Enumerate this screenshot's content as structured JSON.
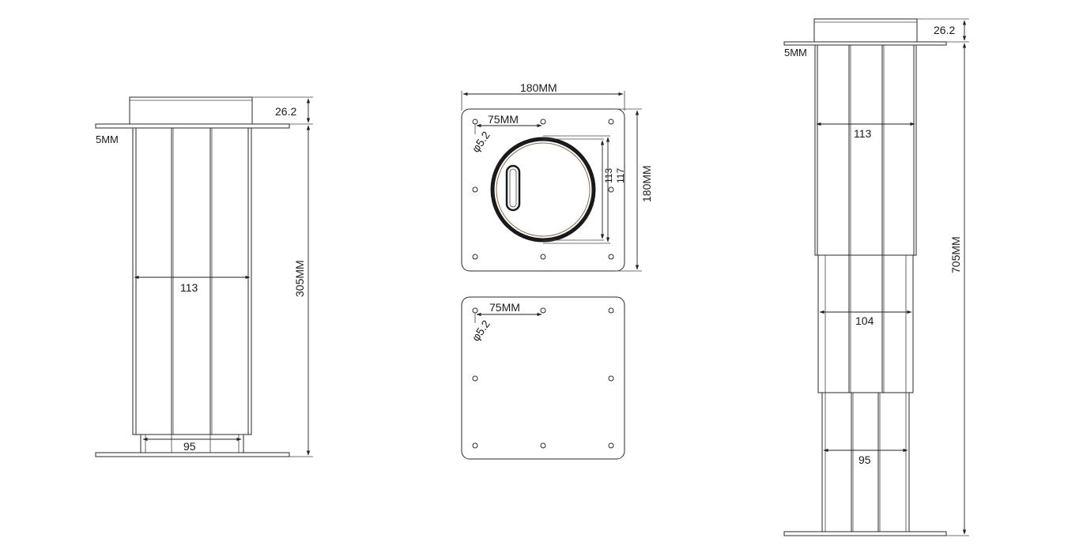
{
  "colors": {
    "line": "#2a2a2a",
    "background": "#ffffff",
    "tube_edge": "#8a6a4a"
  },
  "short_column": {
    "cap_height_label": "26.2",
    "flange_label": "5MM",
    "width_label": "113",
    "height_label": "305MM",
    "foot_width_label": "95"
  },
  "mount_plate_top": {
    "width_label": "180MM",
    "height_label": "180MM",
    "hole_spacing_label": "75MM",
    "hole_diameter_label": "φ5.2",
    "inner_diameter_label": "113",
    "outer_diameter_label": "117"
  },
  "mount_plate_bottom": {
    "hole_spacing_label": "75MM",
    "hole_diameter_label": "φ5.2"
  },
  "tall_column": {
    "cap_height_label": "26.2",
    "flange_label": "5MM",
    "upper_width_label": "113",
    "middle_width_label": "104",
    "lower_width_label": "95",
    "height_label": "705MM"
  }
}
